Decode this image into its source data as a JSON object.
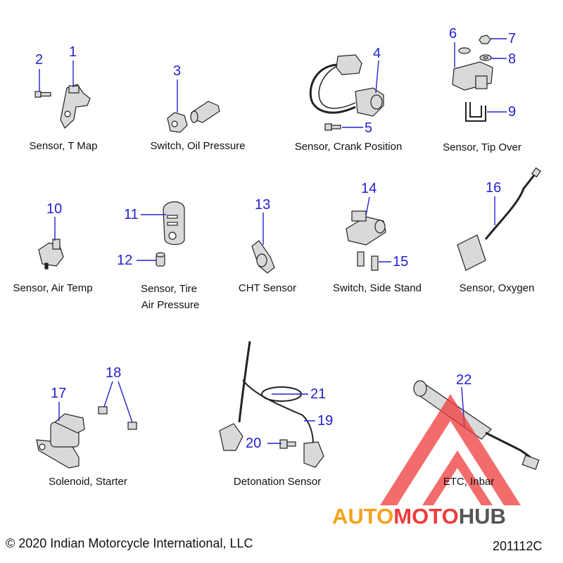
{
  "colors": {
    "callout": "#2222cc",
    "part_fill": "#d9d9d9",
    "part_stroke": "#222222",
    "logo_red": "#ef3b3b",
    "logo_orange": "#f6a21c",
    "logo_gray": "#555555"
  },
  "callouts": [
    "1",
    "2",
    "3",
    "4",
    "5",
    "6",
    "7",
    "8",
    "9",
    "10",
    "11",
    "12",
    "13",
    "14",
    "15",
    "16",
    "17",
    "18",
    "19",
    "20",
    "21",
    "22"
  ],
  "captions": {
    "tmap": "Sensor, T Map",
    "oil": "Switch, Oil Pressure",
    "crank": "Sensor, Crank Position",
    "tip": "Sensor, Tip Over",
    "airtemp": "Sensor, Air Temp",
    "tire_1": "Sensor, Tire",
    "tire_2": "Air Pressure",
    "cht": "CHT Sensor",
    "sidestand": "Switch, Side Stand",
    "oxygen": "Sensor, Oxygen",
    "solenoid": "Solenoid, Starter",
    "detonation": "Detonation Sensor",
    "etc": "ETC, Inbar"
  },
  "footer": {
    "copyright": "© 2020 Indian Motorcycle International, LLC",
    "code": "201112C"
  },
  "watermark": {
    "auto": "AUTO",
    "moto": "MOTO",
    "hub": "HUB"
  }
}
